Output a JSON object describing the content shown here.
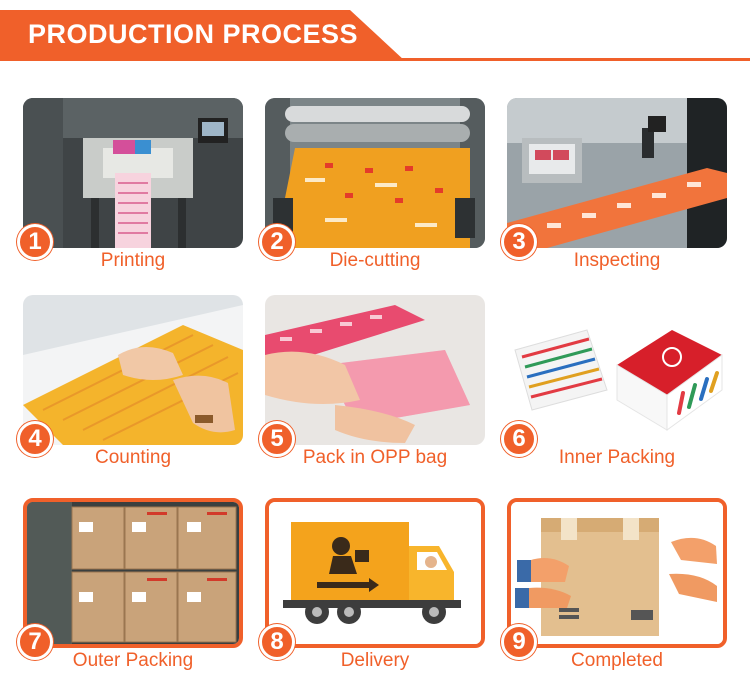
{
  "header": {
    "title": "PRODUCTION PROCESS"
  },
  "colors": {
    "accent": "#f0602a",
    "label": "#f0602a",
    "background": "#ffffff"
  },
  "steps": [
    {
      "number": "1",
      "label": "Printing",
      "icon": "printing-machine-photo"
    },
    {
      "number": "2",
      "label": "Die-cutting",
      "icon": "die-cutting-machine-photo"
    },
    {
      "number": "3",
      "label": "Inspecting",
      "icon": "inspecting-machine-photo"
    },
    {
      "number": "4",
      "label": "Counting",
      "icon": "counting-hands-photo"
    },
    {
      "number": "5",
      "label": "Pack in OPP bag",
      "icon": "opp-bag-photo"
    },
    {
      "number": "6",
      "label": "Inner Packing",
      "icon": "gift-box-photo"
    },
    {
      "number": "7",
      "label": "Outer Packing",
      "icon": "cartons-warehouse-photo"
    },
    {
      "number": "8",
      "label": "Delivery",
      "icon": "delivery-truck-icon"
    },
    {
      "number": "9",
      "label": "Completed",
      "icon": "handover-box-icon"
    }
  ]
}
